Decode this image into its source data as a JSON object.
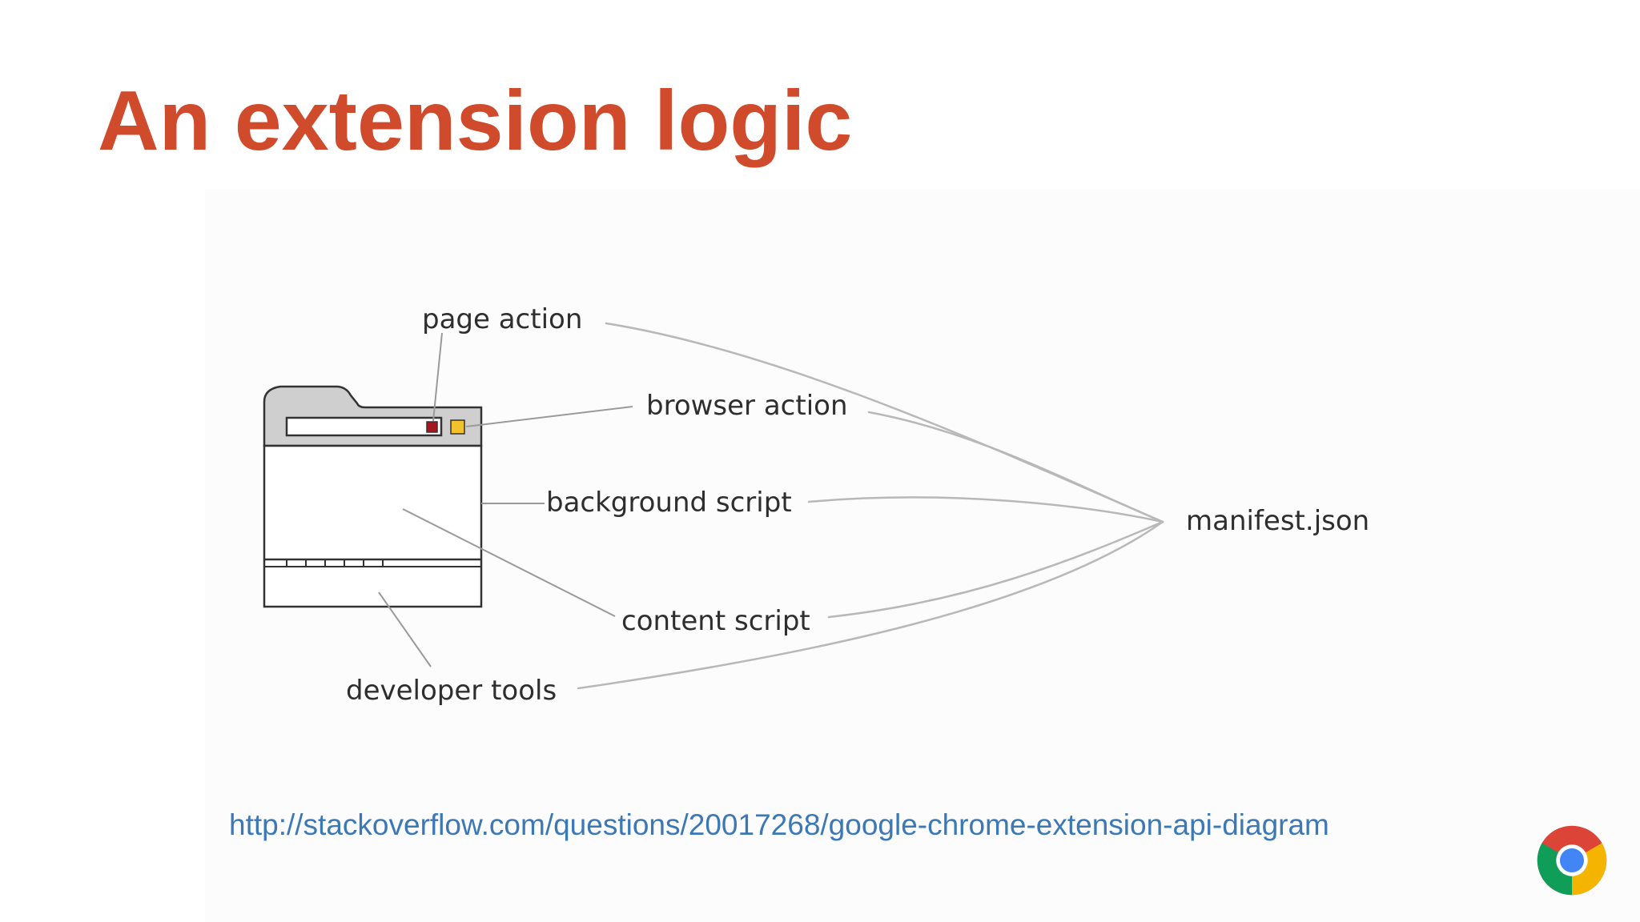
{
  "slide": {
    "title": "An extension logic",
    "source_url": "http://stackoverflow.com/questions/20017268/google-chrome-extension-api-diagram"
  },
  "diagram": {
    "labels": {
      "page_action": "page action",
      "browser_action": "browser action",
      "background_script": "background script",
      "content_script": "content script",
      "developer_tools": "developer tools",
      "manifest": "manifest.json"
    },
    "colors": {
      "title": "#d04a2c",
      "link": "#3b78b6",
      "page_action_square": "#a31820",
      "browser_action_square": "#f2c12e",
      "browser_tab": "#cfcfcf",
      "connector": "#b8b8b8"
    }
  },
  "icons": {
    "logo": "chrome-logo-icon"
  }
}
